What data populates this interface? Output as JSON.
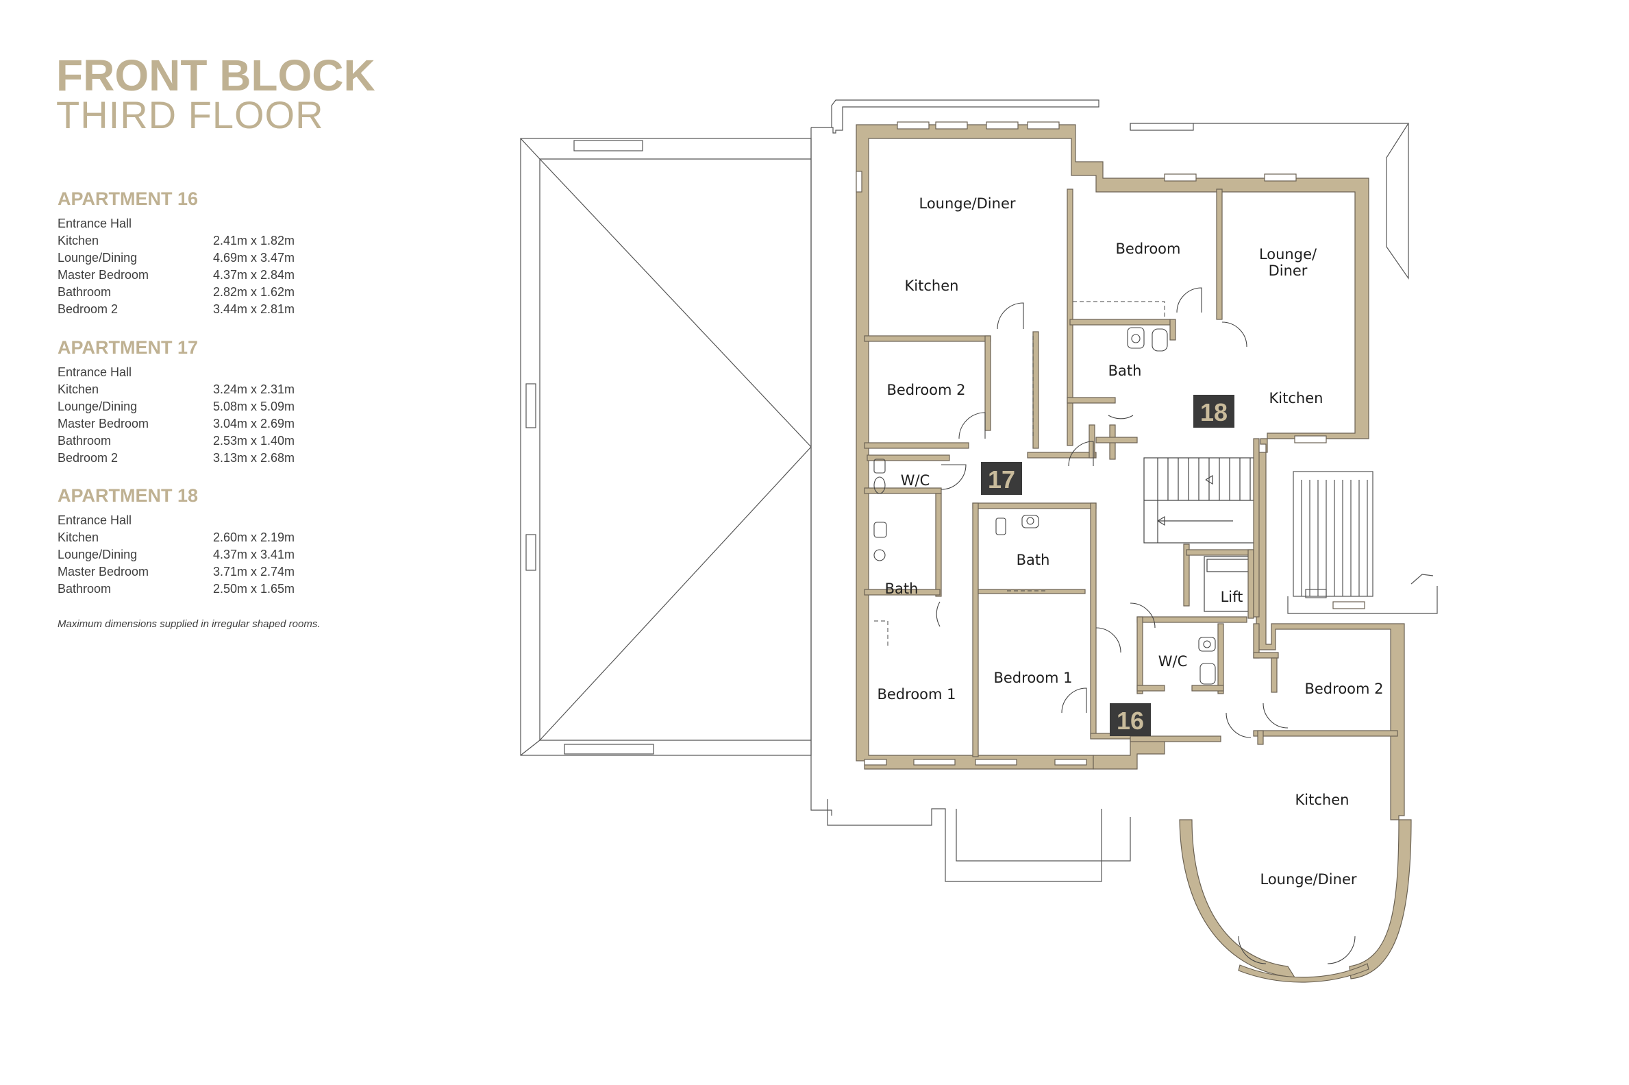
{
  "header": {
    "title": "FRONT BLOCK",
    "subtitle": "THIRD FLOOR"
  },
  "apartments": [
    {
      "heading": "APARTMENT 16",
      "rooms": [
        {
          "name": "Entrance Hall",
          "dims": ""
        },
        {
          "name": "Kitchen",
          "dims": "2.41m x 1.82m"
        },
        {
          "name": "Lounge/Dining",
          "dims": "4.69m x 3.47m"
        },
        {
          "name": "Master Bedroom",
          "dims": "4.37m x 2.84m"
        },
        {
          "name": "Bathroom",
          "dims": "2.82m x 1.62m"
        },
        {
          "name": "Bedroom 2",
          "dims": "3.44m x 2.81m"
        }
      ]
    },
    {
      "heading": "APARTMENT 17",
      "rooms": [
        {
          "name": "Entrance Hall",
          "dims": ""
        },
        {
          "name": "Kitchen",
          "dims": "3.24m x 2.31m"
        },
        {
          "name": "Lounge/Dining",
          "dims": "5.08m x 5.09m"
        },
        {
          "name": "Master Bedroom",
          "dims": "3.04m x 2.69m"
        },
        {
          "name": "Bathroom",
          "dims": "2.53m x 1.40m"
        },
        {
          "name": "Bedroom 2",
          "dims": "3.13m x 2.68m"
        }
      ]
    },
    {
      "heading": "APARTMENT 18",
      "rooms": [
        {
          "name": "Entrance Hall",
          "dims": ""
        },
        {
          "name": "Kitchen",
          "dims": "2.60m x 2.19m"
        },
        {
          "name": "Lounge/Dining",
          "dims": "4.37m x 3.41m"
        },
        {
          "name": "Master Bedroom",
          "dims": "3.71m x 2.74m"
        },
        {
          "name": "Bathroom",
          "dims": "2.50m x 1.65m"
        }
      ]
    }
  ],
  "note": "Maximum dimensions supplied in irregular shaped rooms.",
  "plan": {
    "room_labels": {
      "lounge_diner_17": "Lounge/Diner",
      "kitchen_17": "Kitchen",
      "bedroom_2_17": "Bedroom 2",
      "wc_17": "W/C",
      "bath_17": "Bath",
      "bedroom_1_17": "Bedroom 1",
      "bath_center": "Bath",
      "bedroom_1_center": "Bedroom 1",
      "bedroom_18": "Bedroom",
      "lounge_diner_18_line1": "Lounge/",
      "lounge_diner_18_line2": "Diner",
      "bath_18": "Bath",
      "kitchen_18": "Kitchen",
      "lift": "Lift",
      "wc_16": "W/C",
      "bedroom_2_16": "Bedroom 2",
      "kitchen_16": "Kitchen",
      "lounge_diner_16": "Lounge/Diner"
    },
    "badges": {
      "apt17": "17",
      "apt18": "18",
      "apt16": "16"
    },
    "colors": {
      "wall": "#c4b595",
      "wall_outline": "#6b6253",
      "badge_bg": "#3a3a3a",
      "accent": "#bfb192"
    }
  }
}
